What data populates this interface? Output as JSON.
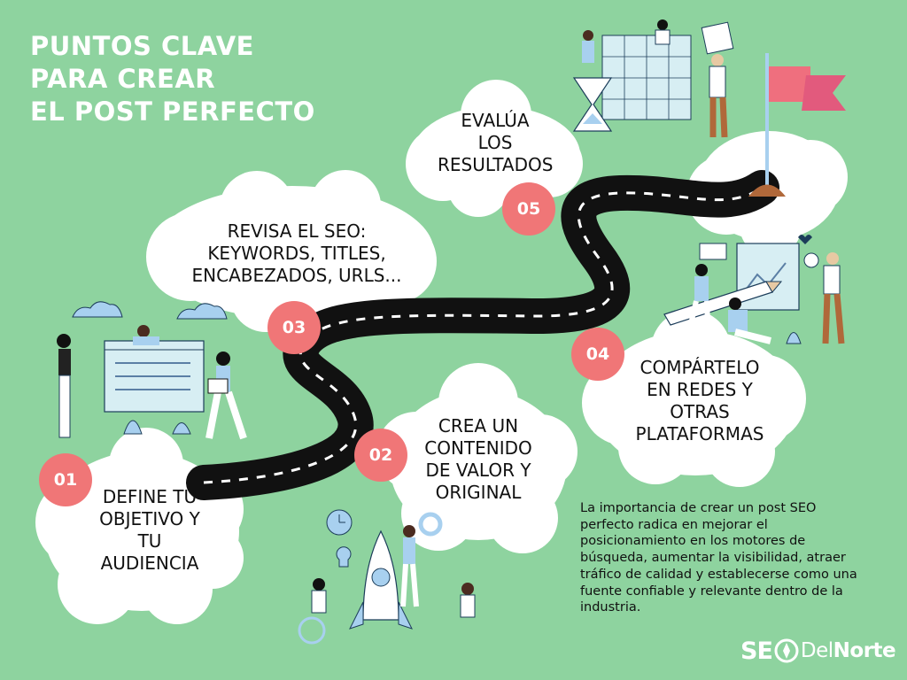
{
  "title": {
    "line1": "PUNTOS CLAVE",
    "line2": "PARA CREAR",
    "line3": "EL POST PERFECTO"
  },
  "steps": [
    {
      "number": "01",
      "lines": [
        "DEFINE TU",
        "OBJETIVO Y",
        "TU",
        "AUDIENCIA"
      ]
    },
    {
      "number": "02",
      "lines": [
        "CREA UN",
        "CONTENIDO",
        "DE VALOR Y",
        "ORIGINAL"
      ]
    },
    {
      "number": "03",
      "lines": [
        "REVISA EL SEO:",
        "KEYWORDS, TITLES,",
        "ENCABEZADOS, URLS..."
      ]
    },
    {
      "number": "04",
      "lines": [
        "COMPÁRTELO",
        "EN REDES Y",
        "OTRAS",
        "PLATAFORMAS"
      ]
    },
    {
      "number": "05",
      "lines": [
        "EVALÚA",
        "LOS",
        "RESULTADOS"
      ]
    }
  ],
  "paragraph": "La importancia de crear un post SEO perfecto radica en mejorar el posicionamiento en los motores de búsqueda, aumentar la visibilidad, atraer tráfico de calidad y establecerse como una fuente confiable y relevante dentro de la industria.",
  "logo": {
    "part1": "SE",
    "part2": "Del",
    "part3": "Norte"
  },
  "colors": {
    "background": "#8ed39f",
    "badge": "#f07677",
    "road": "#111111",
    "flag": "#ef6f7e",
    "accent": "#a8d0ef"
  },
  "icons": [
    "flag-icon",
    "hourglass-icon",
    "rocket-icon",
    "pencil-icon",
    "gear-icon",
    "lightbulb-icon",
    "clock-icon",
    "heart-icon",
    "cloud-icon"
  ]
}
